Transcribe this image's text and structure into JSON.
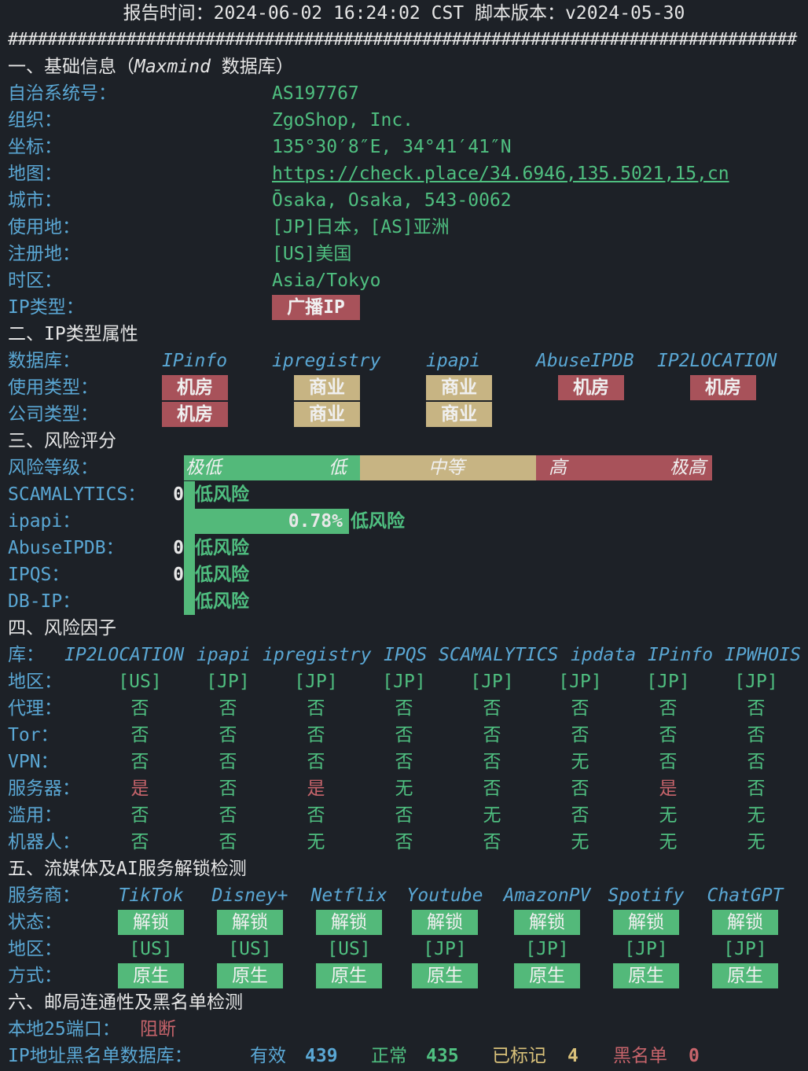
{
  "header": {
    "report_time": "报告时间：2024-06-02 16:24:02 CST  脚本版本：v2024-05-30",
    "divider": "################################################################################"
  },
  "section1": {
    "title": "一、基础信息（",
    "title_italic": "Maxmind",
    "title_end": " 数据库）",
    "rows": [
      {
        "label": "自治系统号：",
        "value": "AS197767"
      },
      {
        "label": "组织：",
        "value": "ZgoShop, Inc."
      },
      {
        "label": "坐标：",
        "value": "135°30′8″E, 34°41′41″N"
      },
      {
        "label": "地图：",
        "value": "https://check.place/34.6946,135.5021,15,cn"
      },
      {
        "label": "城市：",
        "value": "Ōsaka, Osaka, 543-0062"
      },
      {
        "label": "使用地：",
        "value": "[JP]日本，[AS]亚洲"
      },
      {
        "label": "注册地：",
        "value": "[US]美国"
      },
      {
        "label": "时区：",
        "value": "Asia/Tokyo"
      }
    ],
    "ip_type_label": "IP类型：",
    "ip_type_value": "广播IP"
  },
  "section2": {
    "title": "二、IP类型属性",
    "db_label": "数据库：",
    "usage_label": "使用类型：",
    "company_label": "公司类型：",
    "dbs": [
      "IPinfo",
      "ipregistry",
      "ipapi",
      "AbuseIPDB",
      "IP2LOCATION"
    ],
    "usage": [
      "机房",
      "商业",
      "商业",
      "机房",
      "机房"
    ],
    "company": [
      "机房",
      "商业",
      "商业"
    ]
  },
  "section3": {
    "title": "三、风险评分",
    "level_label": "风险等级：",
    "levels": [
      "极低",
      "低",
      "中等",
      "高",
      "极高"
    ],
    "rows": [
      {
        "label": "SCAMALYTICS：",
        "score": "0",
        "text": "低风险"
      },
      {
        "label": "ipapi：",
        "score": "0.78%",
        "text": "低风险"
      },
      {
        "label": "AbuseIPDB：",
        "score": "0",
        "text": "低风险"
      },
      {
        "label": "IPQS：",
        "score": "0",
        "text": "低风险"
      },
      {
        "label": "DB-IP：",
        "score": "",
        "text": "低风险"
      }
    ]
  },
  "section4": {
    "title": "四、风险因子",
    "lib_label": "库：",
    "libs": [
      "IP2LOCATION",
      "ipapi",
      "ipregistry",
      "IPQS",
      "SCAMALYTICS",
      "ipdata",
      "IPinfo",
      "IPWHOIS"
    ],
    "rows": [
      {
        "label": "地区：",
        "values": [
          "[US]",
          "[JP]",
          "[JP]",
          "[JP]",
          "[JP]",
          "[JP]",
          "[JP]",
          "[JP]"
        ]
      },
      {
        "label": "代理：",
        "values": [
          "否",
          "否",
          "否",
          "否",
          "否",
          "否",
          "否",
          "否"
        ]
      },
      {
        "label": "Tor：",
        "values": [
          "否",
          "否",
          "否",
          "否",
          "否",
          "否",
          "否",
          "否"
        ]
      },
      {
        "label": "VPN：",
        "values": [
          "否",
          "否",
          "否",
          "否",
          "否",
          "无",
          "否",
          "否"
        ]
      },
      {
        "label": "服务器：",
        "values": [
          "是",
          "否",
          "是",
          "无",
          "否",
          "否",
          "是",
          "否"
        ]
      },
      {
        "label": "滥用：",
        "values": [
          "否",
          "否",
          "否",
          "否",
          "无",
          "否",
          "无",
          "无"
        ]
      },
      {
        "label": "机器人：",
        "values": [
          "否",
          "否",
          "无",
          "否",
          "否",
          "无",
          "无",
          "无"
        ]
      }
    ]
  },
  "section5": {
    "title": "五、流媒体及AI服务解锁检测",
    "provider_label": "服务商：",
    "status_label": "状态：",
    "region_label": "地区：",
    "method_label": "方式：",
    "services": [
      "TikTok",
      "Disney+",
      "Netflix",
      "Youtube",
      "AmazonPV",
      "Spotify",
      "ChatGPT"
    ],
    "status": [
      "解锁",
      "解锁",
      "解锁",
      "解锁",
      "解锁",
      "解锁",
      "解锁"
    ],
    "regions": [
      "[US]",
      "[US]",
      "[US]",
      "[JP]",
      "[JP]",
      "[JP]",
      "[JP]"
    ],
    "methods": [
      "原生",
      "原生",
      "原生",
      "原生",
      "原生",
      "原生",
      "原生"
    ]
  },
  "section6": {
    "title": "六、邮局连通性及黑名单检测",
    "port_label": "本地25端口：",
    "port_value": "阻断",
    "bl_label": "IP地址黑名单数据库：",
    "valid_label": "有效",
    "valid_value": "439",
    "normal_label": "正常",
    "normal_value": "435",
    "marked_label": "已标记",
    "marked_value": "4",
    "black_label": "黑名单",
    "black_value": "0"
  },
  "colors": {
    "background": "#1d2127",
    "cyan": "#5aa7d4",
    "green": "#4fbf80",
    "red": "#c7646b",
    "tan": "#c7b483"
  }
}
